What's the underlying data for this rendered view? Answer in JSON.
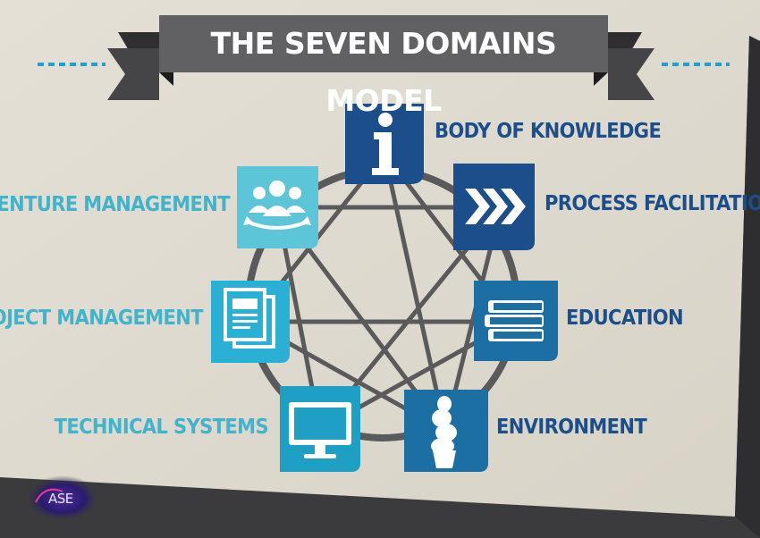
{
  "title": "THE SEVEN DOMAINS MODEL",
  "domains": [
    {
      "label": "BODY OF KNOWLEDGE",
      "icon": "info-icon",
      "color": "#1c4e8b"
    },
    {
      "label": "PROCESS FACILITATION",
      "icon": "chevrons-forward-icon",
      "color": "#1c4e8b"
    },
    {
      "label": "EDUCATION",
      "icon": "books-icon",
      "color": "#1c6fa3"
    },
    {
      "label": "ENVIRONMENT",
      "icon": "plant-icon",
      "color": "#1c6fa3"
    },
    {
      "label": "TECHNICAL SYSTEMS",
      "icon": "monitor-icon",
      "color": "#1ea0c4"
    },
    {
      "label": "PROJECT MANAGEMENT",
      "icon": "documents-icon",
      "color": "#2ab0d4"
    },
    {
      "label": "VENTURE MANAGEMENT",
      "icon": "team-icon",
      "color": "#5cc6d8"
    }
  ],
  "logo": {
    "text": "ASE"
  }
}
